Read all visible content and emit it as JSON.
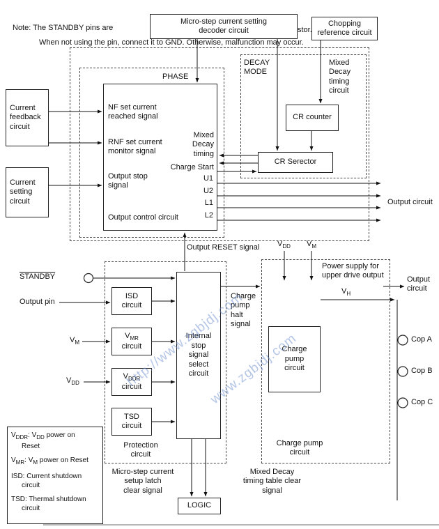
{
  "note": {
    "line1": "Note:  The STANDBY pins are",
    "line1_tail": "stor.",
    "line2": "When not using the pin, connect it to GND. Otherwise, malfunction may occur."
  },
  "top": {
    "decoder_box": "Micro-step current setting\ndecoder circuit",
    "chopping_box": "Chopping\nreference circuit"
  },
  "phase": {
    "title": "PHASE",
    "nf_signal": "NF set current\nreached signal",
    "rnf_signal": "RNF set current\nmonitor signal",
    "output_stop": "Output stop\nsignal",
    "output_control": "Output control circuit",
    "mixed_decay_timing": "Mixed\nDecay\ntiming",
    "charge_start": "Charge Start",
    "u1": "U1",
    "u2": "U2",
    "l1": "L1",
    "l2": "L2"
  },
  "decay": {
    "title": "DECAY\nMODE",
    "timing_circuit": "Mixed\nDecay\ntiming\ncircuit",
    "cr_counter": "CR counter",
    "cr_serector": "CR Serector"
  },
  "left": {
    "feedback_box": "Current\nfeedback\ncircuit",
    "setting_box": "Current\nsetting\ncircuit"
  },
  "labels": {
    "output_circuit_upper": "Output circuit",
    "output_reset": "Output RESET signal",
    "standby": "STANDBY",
    "output_pin": "Output pin",
    "circuit": "circuit",
    "power_supply": "Power supply for\nupper drive output",
    "output_circuit_right": "Output\ncircuit",
    "charge_pump_halt": "Charge\npump\nhalt\nsignal",
    "microstep_clear": "Micro-step current\nsetup latch\nclear signal",
    "mixed_decay_clear": "Mixed Decay\ntiming table clear\nsignal",
    "protection": "Protection\ncircuit",
    "charge_pump_caption": "Charge pump\ncircuit",
    "cop_a": "Cop A",
    "cop_b": "Cop B",
    "cop_c": "Cop C",
    "logic": "LOGIC"
  },
  "boxes": {
    "isd": "ISD\ncircuit",
    "tsd": "TSD\ncircuit",
    "select": "Internal\nstop\nsignal\nselect\ncircuit",
    "charge_pump": "Charge\npump\ncircuit"
  },
  "sub": {
    "v": "V",
    "m": "M",
    "dd": "DD",
    "h": "H",
    "mr": "MR",
    "ddr": "DDR"
  },
  "legend": {
    "sep": ": ",
    "power_on": " power on",
    "reset_line2": "Reset",
    "power_on_reset": " power on Reset",
    "isd_line1": "ISD: Current shutdown",
    "isd_line2": "circuit",
    "tsd_line1": "TSD: Thermal shutdown",
    "tsd_line2": "circuit"
  },
  "watermark": {
    "wm1": "http://www.zgbjdj.com",
    "wm2": "www.zgbjdj.com"
  }
}
